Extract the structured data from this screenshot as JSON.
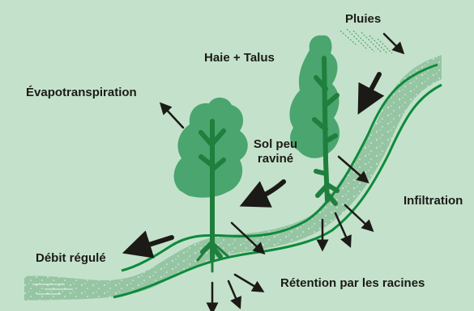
{
  "labels": {
    "rain": "Pluies",
    "hedge": "Haie + Talus",
    "evapotranspiration": "Évapotranspiration",
    "soil_line1": "Sol peu",
    "soil_line2": "raviné",
    "infiltration": "Infiltration",
    "flow": "Débit régulé",
    "retention": "Rétention par les racines"
  },
  "colors": {
    "background": "#c4e2cb",
    "tree_canopy": "#4aa56e",
    "trunk": "#1f7f3c",
    "soil_band": "#96c5a3",
    "ground_line": "#0e8a3c",
    "arrow": "#1c1a16"
  }
}
